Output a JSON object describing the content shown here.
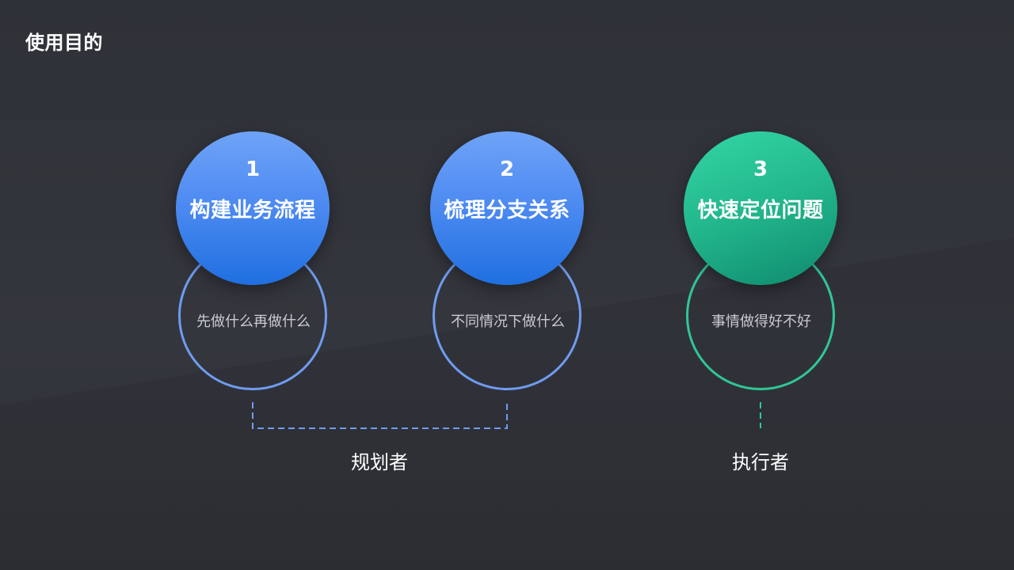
{
  "page": {
    "title": "使用目的"
  },
  "colors": {
    "blue_ring": "#6f9cf0",
    "green_ring": "#2fc795",
    "blue_disc": "#4f8cf2",
    "green_disc": "#22b68c",
    "background": "#313339"
  },
  "items": [
    {
      "number": "1",
      "label": "构建业务流程",
      "description": "先做什么再做什么"
    },
    {
      "number": "2",
      "label": "梳理分支关系",
      "description": "不同情况下做什么"
    },
    {
      "number": "3",
      "label": "快速定位问题",
      "description": "事情做得好不好"
    }
  ],
  "roles": {
    "planner": "规划者",
    "executor": "执行者"
  }
}
